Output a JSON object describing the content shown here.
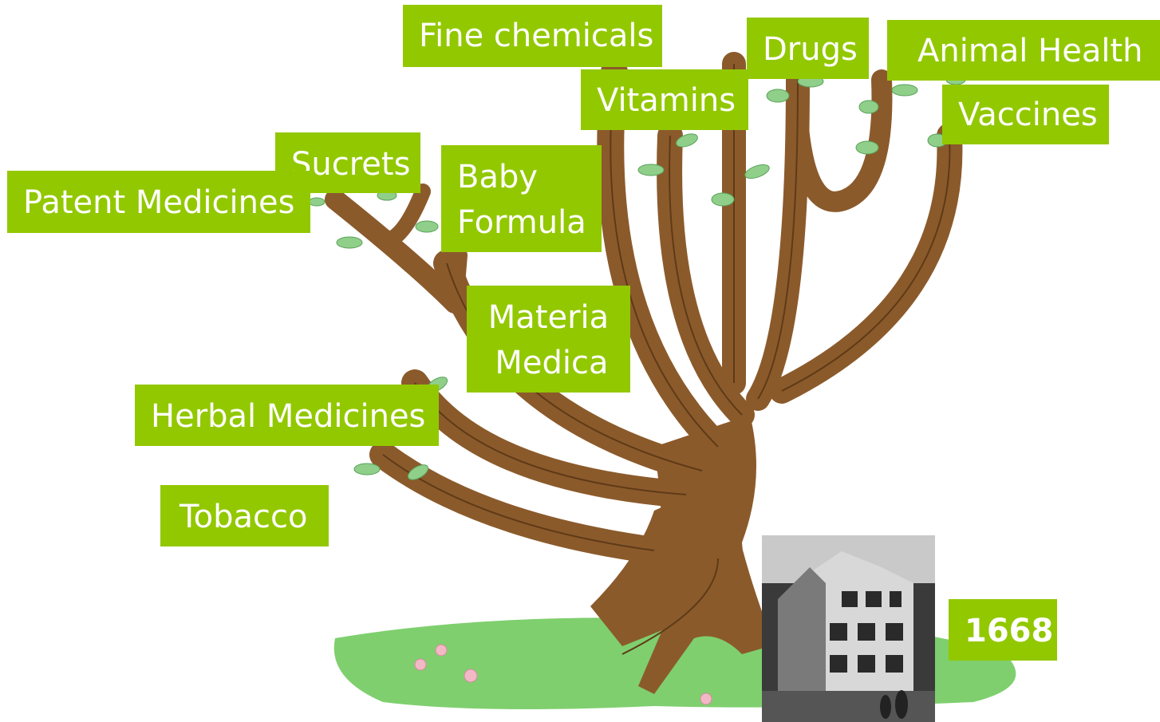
{
  "labels": {
    "fine_chemicals": "Fine chemicals",
    "drugs": "Drugs",
    "animal_health": "Animal Health",
    "vitamins": "Vitamins",
    "vaccines": "Vaccines",
    "sucrets": "Sucrets",
    "patent_medicines": "Patent Medicines",
    "baby_formula_line1": "Baby",
    "baby_formula_line2": "Formula",
    "materia_medica_line1": "Materia",
    "materia_medica_line2": "Medica",
    "herbal_medicines": "Herbal Medicines",
    "tobacco": "Tobacco",
    "year": "1668"
  },
  "colors": {
    "label_bg": "#92c800",
    "trunk": "#8b5a2b",
    "trunk_line": "#5e3a17",
    "leaf": "#8fcf8a",
    "grass": "#7fcf6e",
    "flower": "#f2b8c6"
  }
}
